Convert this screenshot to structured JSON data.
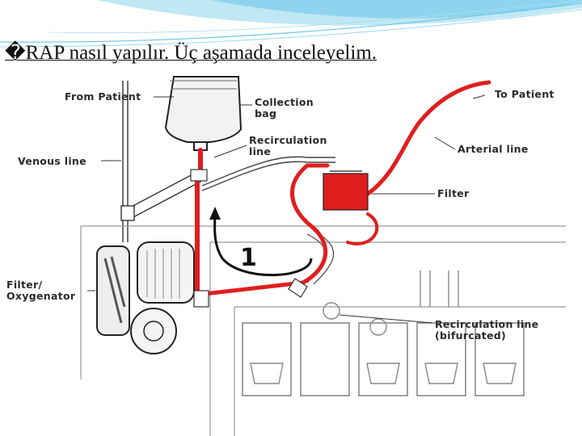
{
  "slide": {
    "title": "�RAP nasıl yapılır. Üç aşamada inceleyelim."
  },
  "diagram": {
    "labels": {
      "from_patient": "From Patient",
      "collection_bag": "Collection\nbag",
      "recirculation_line": "Recirculation\nline",
      "to_patient": "To Patient",
      "arterial_line": "Arterial line",
      "venous_line": "Venous line",
      "filter": "Filter",
      "filter_oxygenator": "Filter/\nOxygenator",
      "recirculation_bifurcated": "Recirculation line\n(bifurcated)",
      "step_number": "1"
    },
    "colors": {
      "red_line": "#e01e1e",
      "line_drawing": "#333333",
      "header_wave": "#5fc3e6"
    }
  }
}
